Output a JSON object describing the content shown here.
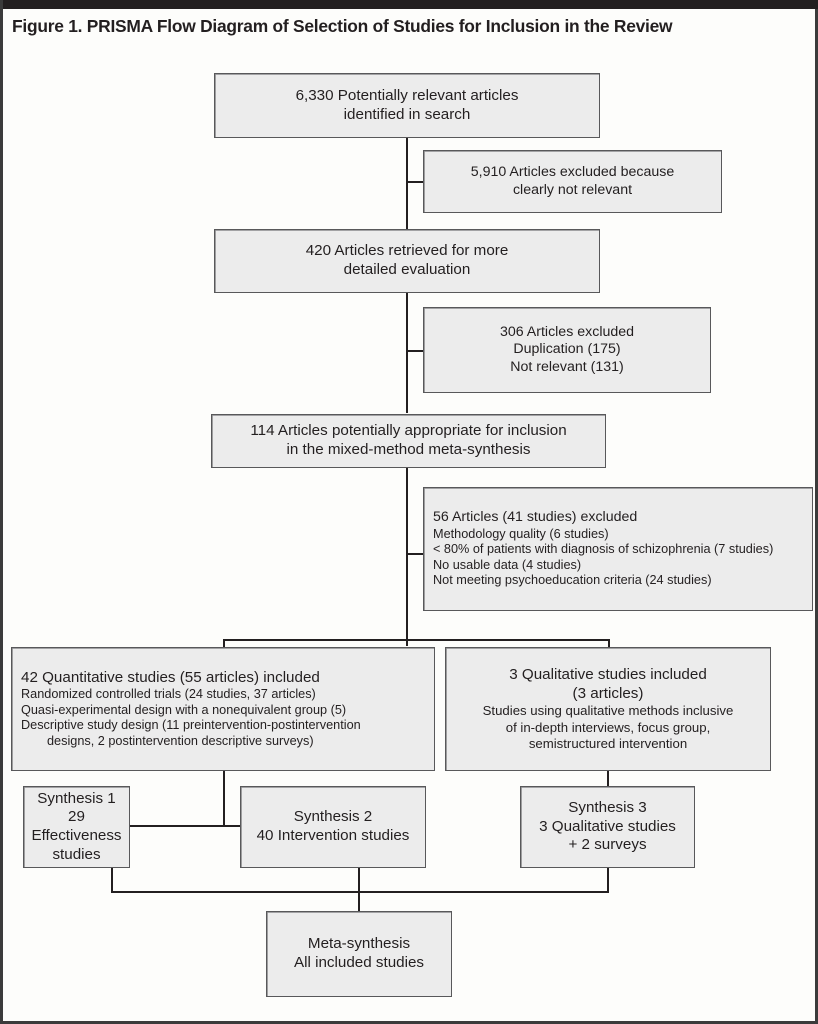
{
  "figure": {
    "title": "Figure 1. PRISMA Flow Diagram of Selection of Studies for Inclusion in the Review",
    "accent_rule_color": "#231f20",
    "box_fill": "#ececec",
    "box_border": "#58585a",
    "page_background": "#fdfdfb"
  },
  "chart_data": {
    "type": "diagram",
    "title": "Figure 1. PRISMA Flow Diagram of Selection of Studies for Inclusion in the Review",
    "nodes": [
      {
        "id": "identified",
        "lines": [
          "6,330 Potentially relevant articles",
          "identified in search"
        ],
        "count": 6330
      },
      {
        "id": "excluded-not-relevant",
        "lines": [
          "5,910 Articles excluded because",
          "clearly not relevant"
        ],
        "count": 5910
      },
      {
        "id": "retrieved",
        "lines": [
          "420 Articles retrieved for more",
          "detailed evaluation"
        ],
        "count": 420
      },
      {
        "id": "excluded-306",
        "lines": [
          "306 Articles excluded",
          "Duplication (175)",
          "Not relevant (131)"
        ],
        "count": 306
      },
      {
        "id": "potentially-appropriate",
        "lines": [
          "114 Articles potentially appropriate for inclusion",
          "in the mixed-method meta-synthesis"
        ],
        "count": 114
      },
      {
        "id": "excluded-56",
        "heading": "56 Articles (41 studies) excluded",
        "lines": [
          "Methodology quality (6 studies)",
          "< 80% of patients with diagnosis of schizophrenia (7 studies)",
          "No usable data (4 studies)",
          "Not meeting psychoeducation criteria (24 studies)"
        ],
        "count": 56
      },
      {
        "id": "quantitative",
        "heading": "42 Quantitative studies (55 articles) included",
        "lines": [
          "Randomized controlled trials (24 studies, 37 articles)",
          "Quasi-experimental design with a nonequivalent group (5)",
          "Descriptive study design (11 preintervention-postintervention",
          "designs, 2 postintervention descriptive surveys)"
        ],
        "count": 42
      },
      {
        "id": "qualitative",
        "lines": [
          "3 Qualitative studies included",
          "(3 articles)",
          "Studies using qualitative methods inclusive",
          "of in-depth interviews, focus group,",
          "semistructured intervention"
        ],
        "count": 3
      },
      {
        "id": "synthesis-1",
        "lines": [
          "Synthesis 1",
          "29 Effectiveness",
          "studies"
        ],
        "count": 29
      },
      {
        "id": "synthesis-2",
        "lines": [
          "Synthesis 2",
          "40 Intervention studies"
        ],
        "count": 40
      },
      {
        "id": "synthesis-3",
        "lines": [
          "Synthesis 3",
          "3 Qualitative studies",
          "+ 2 surveys"
        ],
        "count": 3
      },
      {
        "id": "meta-synthesis",
        "lines": [
          "Meta-synthesis",
          "All included studies"
        ]
      }
    ]
  },
  "boxes": {
    "identified": {
      "line1": "6,330 Potentially relevant articles",
      "line2": "identified in search"
    },
    "excluded_not_relevant": {
      "line1": "5,910 Articles excluded because",
      "line2": "clearly not relevant"
    },
    "retrieved": {
      "line1": "420 Articles retrieved for more",
      "line2": "detailed evaluation"
    },
    "excluded_306": {
      "line1": "306 Articles excluded",
      "line2": "Duplication (175)",
      "line3": "Not relevant (131)"
    },
    "potentially_appropriate": {
      "line1": "114 Articles potentially appropriate for inclusion",
      "line2": "in the mixed-method meta-synthesis"
    },
    "excluded_56": {
      "heading": "56 Articles (41 studies) excluded",
      "line1": "Methodology quality (6 studies)",
      "line2": "< 80% of patients with diagnosis of schizophrenia (7 studies)",
      "line3": "No usable data (4 studies)",
      "line4": "Not meeting psychoeducation criteria (24 studies)"
    },
    "quantitative": {
      "heading": "42 Quantitative studies (55 articles) included",
      "line1": "Randomized controlled trials (24 studies, 37 articles)",
      "line2": "Quasi-experimental design with a nonequivalent group (5)",
      "line3": "Descriptive study design (11 preintervention-postintervention",
      "line4": "designs, 2 postintervention descriptive surveys)"
    },
    "qualitative": {
      "line1": "3 Qualitative studies included",
      "line2": "(3 articles)",
      "line3": "Studies using qualitative methods inclusive",
      "line4": "of in-depth interviews, focus group,",
      "line5": "semistructured intervention"
    },
    "synthesis_1": {
      "line1": "Synthesis 1",
      "line2": "29 Effectiveness",
      "line3": "studies"
    },
    "synthesis_2": {
      "line1": "Synthesis 2",
      "line2": "40 Intervention studies"
    },
    "synthesis_3": {
      "line1": "Synthesis 3",
      "line2": "3 Qualitative studies",
      "line3": "+ 2 surveys"
    },
    "meta_synthesis": {
      "line1": "Meta-synthesis",
      "line2": "All included studies"
    }
  }
}
